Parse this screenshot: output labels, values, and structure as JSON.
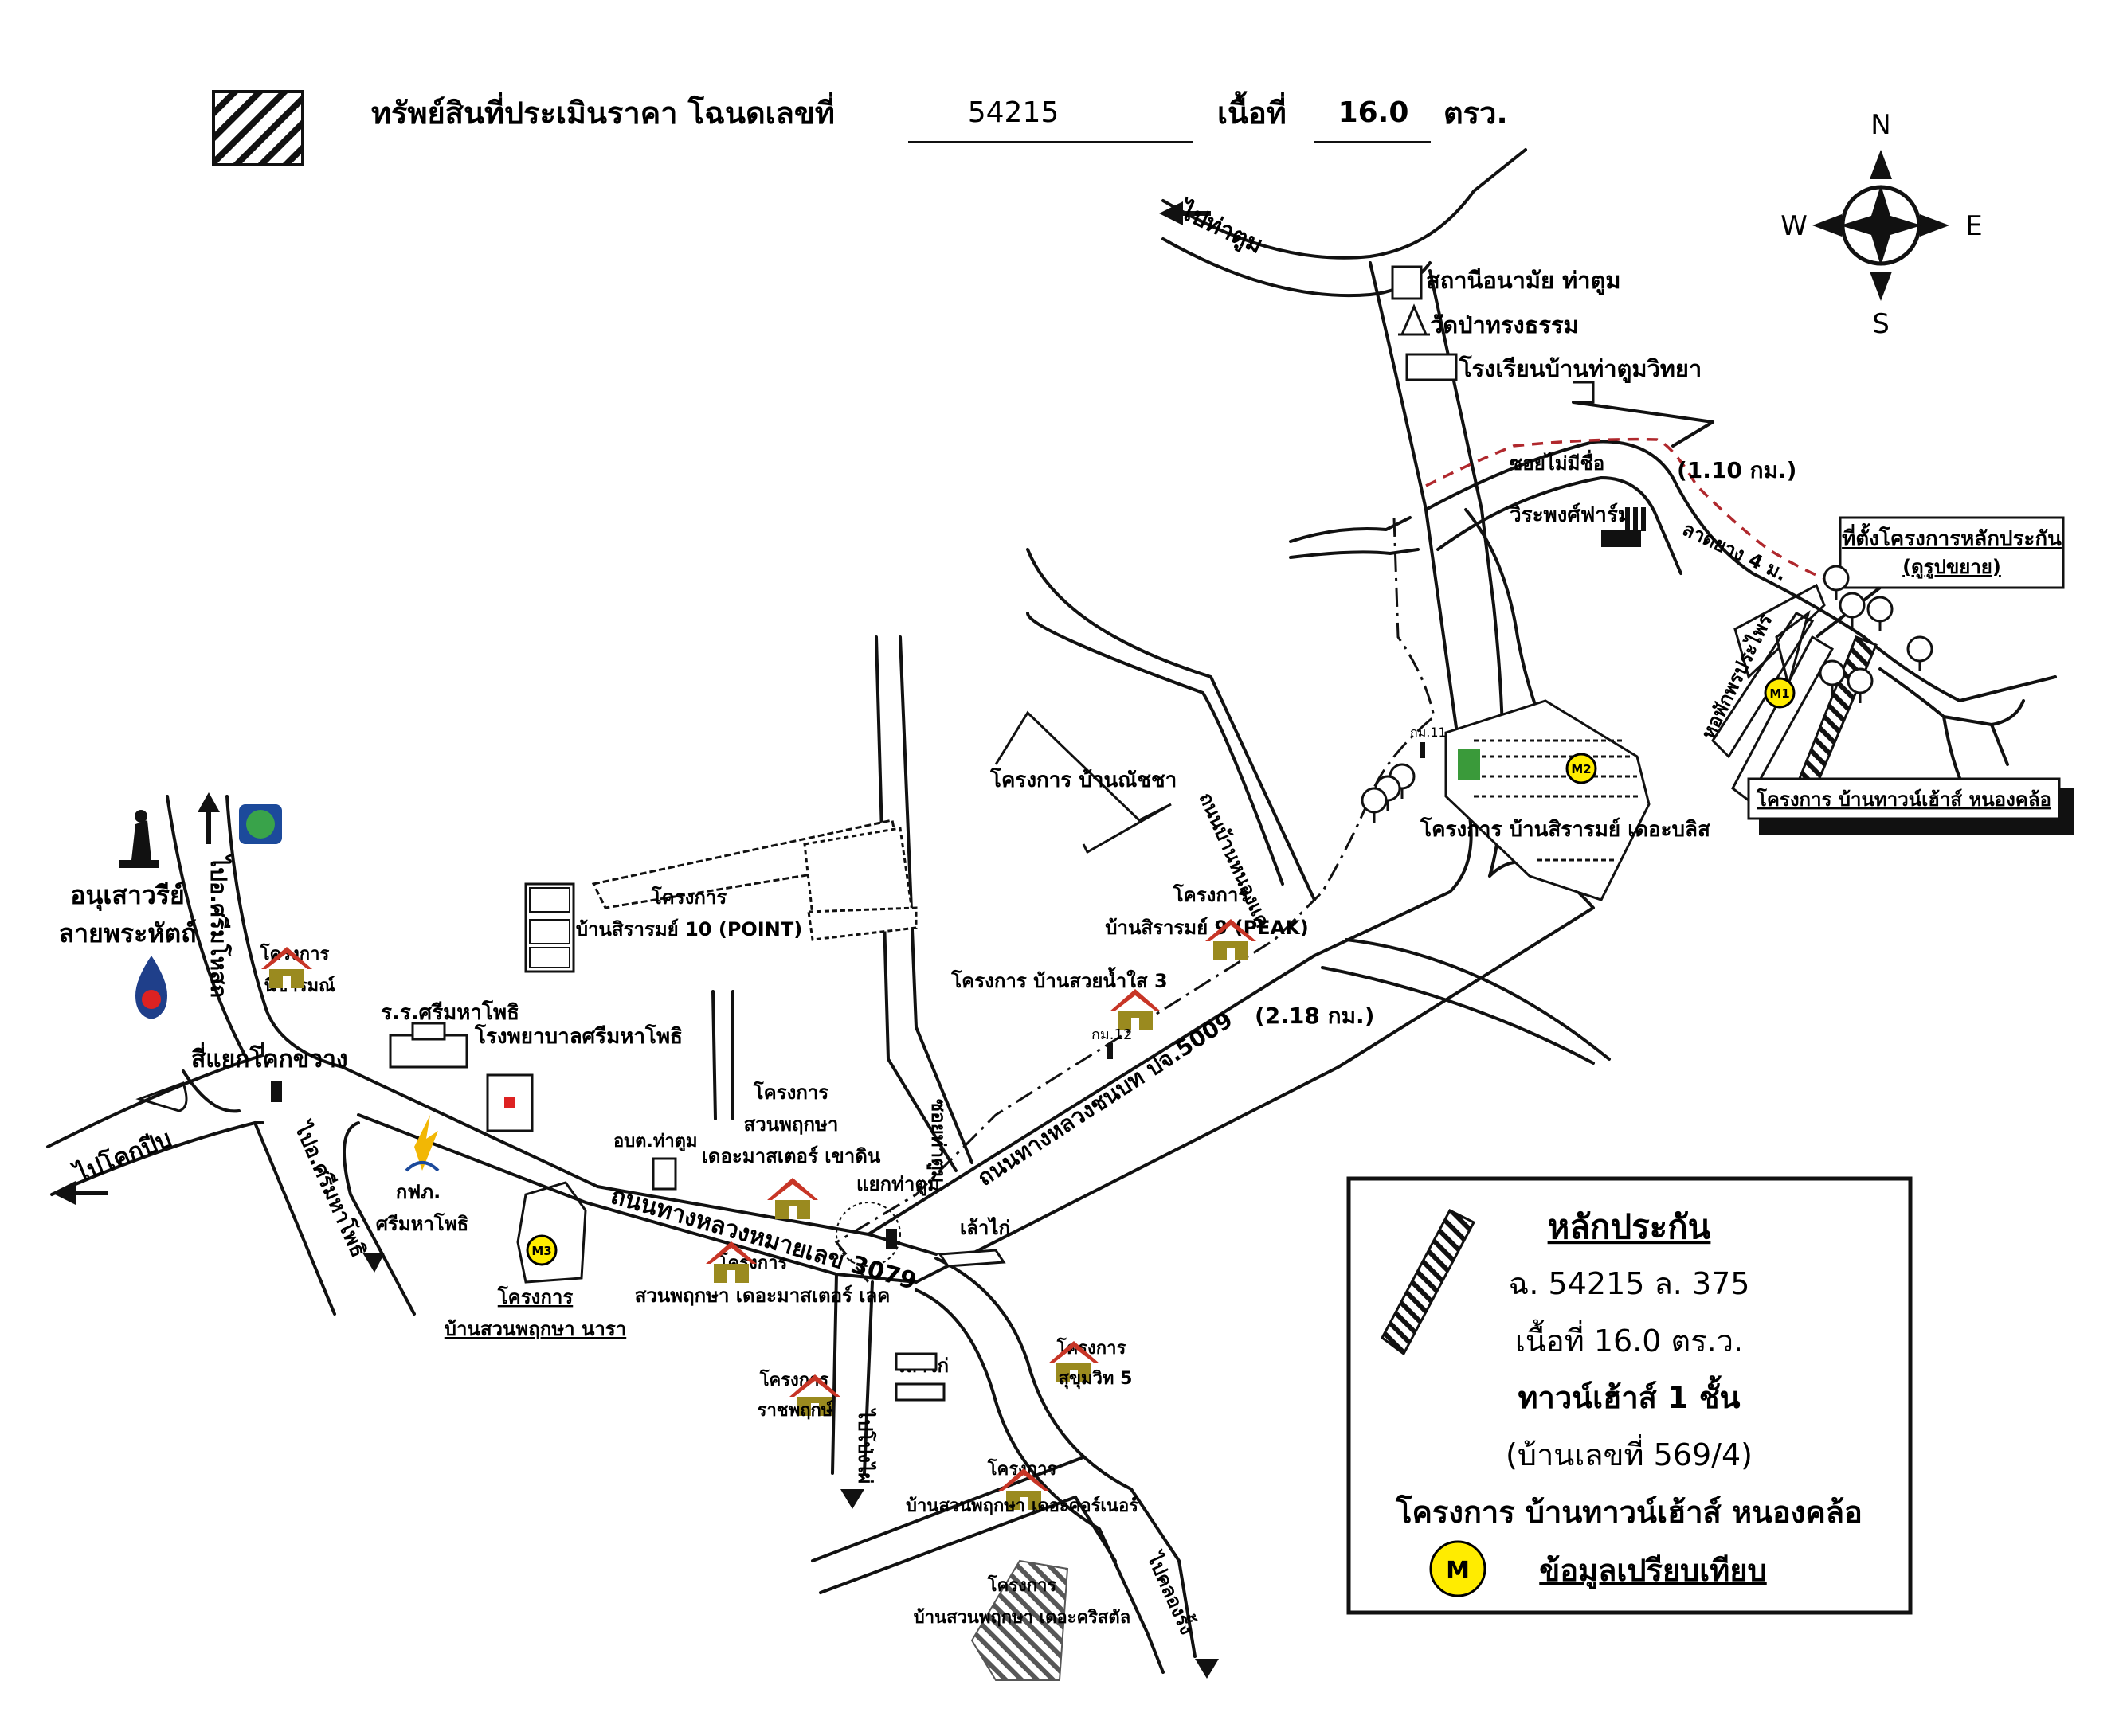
{
  "header": {
    "legend_text": "ทรัพย์สินที่ประเมินราคา โฉนดเลขที่",
    "deed_number": "54215",
    "area_label": "เนื้อที่",
    "area_value": "16.0",
    "area_unit": "ตรว."
  },
  "compass": {
    "north": "N",
    "south": "S",
    "east": "E",
    "west": "W"
  },
  "directions": {
    "to_tha_tum": "ไปท่าตูม",
    "to_khok_pip": "ไปโคกปีบ",
    "to_prachinburi": "ไปอ.ศรีมหาโพธิ์",
    "to_si_maha_phot": "ไปอ.ศรีมหาโพธิ",
    "to_pong_phai": "ไปโป่งไผ่",
    "to_khlong_rang": "ไปคลองรั้ง"
  },
  "places": {
    "health_station": "สถานีอนามัย ท่าตูม",
    "temple": "วัดป่าทรงธรรม",
    "school": "โรงเรียนบ้านท่าตูมวิทยา",
    "soi_no_name": "ซอยไม่มีชื่อ",
    "dist_110": "(1.10 กม.)",
    "dist_218": "(2.18 กม.)",
    "farm": "วิระพงศ์ฟาร์ม",
    "asphalt_road": "ลาดยาง 4 ม.",
    "collateral_site_1": "ที่ตั้งโครงการหลักประกัน",
    "collateral_site_2": "(ดูรูปขยาย)",
    "dormitory": "หอพักพรประไพร",
    "project_townhouse": "โครงการ บ้านทาวน์เฮ้าส์ หนองคล้อ",
    "project_siraram_bliss": "โครงการ บ้านสิรารมย์ เดอะบลิส",
    "project_natcha": "โครงการ บ้านณัชชา",
    "road_ban_nong_khae": "ถนนบ้านหนองแค",
    "km11": "กม.11",
    "project_siraram10_a": "โครงการ",
    "project_siraram10_b": "บ้านสิรารมย์ 10 (POINT)",
    "project_siraram9_a": "โครงการ",
    "project_siraram9_b": "บ้านสิรารมย์ 9 (PEAK)",
    "project_suai_nam_sai": "โครงการ บ้านสวยน้ำใส 3",
    "km12": "กม.12",
    "road_5009": "ถนนทางหลวงชนบท ปจ.5009",
    "monument_a": "อนุเสาวรีย์",
    "monument_b": "ลายพระหัตถ์",
    "to_sri_mahosot": "ไปอ.ศรีมโหสถ",
    "project_nitcharom_a": "โครงการ",
    "project_nitcharom_b": "นิชารมณ์",
    "intersection_khok_khwang": "สี่แยกโคกขวาง",
    "school_srimahaphot": "ร.ร.ศรีมหาโพธิ",
    "hospital": "โรงพยาบาลศรีมหาโพธิ",
    "soi_tha_tum": "ซอยท่าตูม",
    "project_suan_a": "โครงการ",
    "project_suan_b": "สวนพฤกษา",
    "project_suan_c": "เดอะมาสเตอร์ เขาดิน",
    "intersection_tha_tum": "แยกท่าตูม",
    "sub_district_office": "อบต.ท่าตูม",
    "pea_a": "กฟภ.",
    "pea_b": "ศรีมหาโพธิ",
    "road_3079": "ถนนทางหลวงหมายเลข 3079",
    "project_nara_a": "โครงการ",
    "project_nara_b": "บ้านสวนพฤกษา นารา",
    "project_suan_lake_a": "โครงการ",
    "project_suan_lake_b": "สวนพฤกษา เดอะมาสเตอร์ เลค",
    "chicken_farm_1": "เล้าไก่",
    "chicken_farm_2": "เล้าไก่",
    "project_ratchaphruek_a": "โครงการ",
    "project_ratchaphruek_b": "ราชพฤกษ์",
    "project_sukhumvit5_a": "โครงการ",
    "project_sukhumvit5_b": "สุขุมวิท 5",
    "project_corner_a": "โครงการ",
    "project_corner_b": "บ้านสวนพฤกษา เดอะคอร์เนอร์",
    "project_crystal_a": "โครงการ",
    "project_crystal_b": "บ้านสวนพฤกษา เดอะคริสตัล"
  },
  "markers": {
    "m1": "M1",
    "m2": "M2",
    "m3": "M3",
    "m": "M"
  },
  "legend_box": {
    "title": "หลักประกัน",
    "line1": "ฉ. 54215 ล. 375",
    "line2": "เนื้อที่ 16.0 ตร.ว.",
    "line3": "ทาวน์เฮ้าส์ 1 ชั้น",
    "line4": "(บ้านเลขที่ 569/4)",
    "line5": "โครงการ บ้านทาวน์เฮ้าส์ หนองคล้อ",
    "comparison": "ข้อมูลเปรียบเทียบ"
  },
  "colors": {
    "route_red": "#b0282d",
    "marker_yellow": "#ffec00",
    "house_roof": "#c73526",
    "house_body": "#9a8a1f"
  }
}
